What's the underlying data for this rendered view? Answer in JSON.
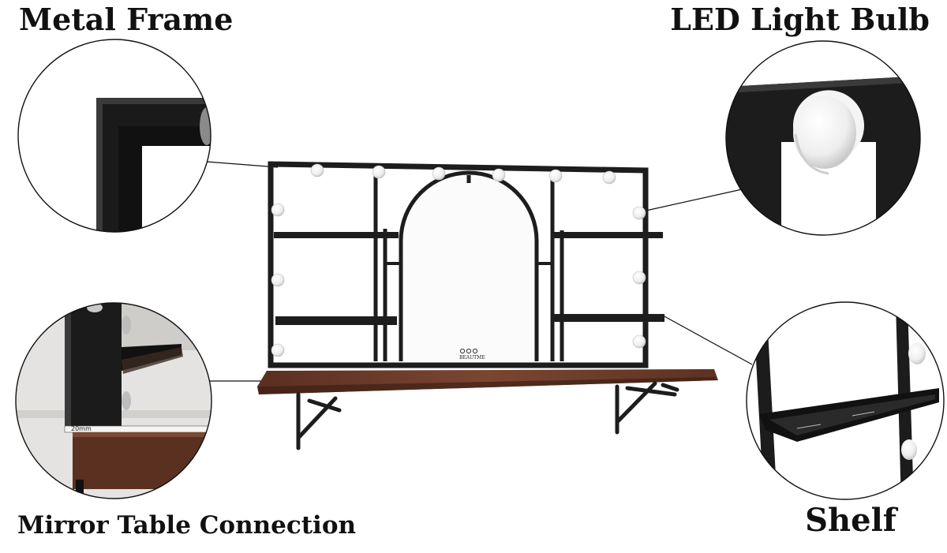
{
  "labels": {
    "metal_frame": "Metal Frame",
    "led_light_bulb": "LED Light Bulb",
    "mirror_table_connection": "Mirror Table Connection",
    "shelf": "Shelf"
  },
  "product": {
    "brand_mark": "BEAUTME",
    "dimension_label": "20mm"
  },
  "colors": {
    "frame": "#1d1d1d",
    "tabletop": "#6b3a28",
    "bulb": "#f6f6f6",
    "mirror": "#fbfbfb"
  }
}
